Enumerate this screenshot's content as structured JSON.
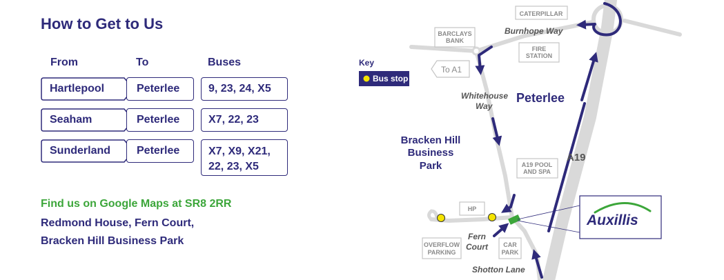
{
  "heading": "How to Get to Us",
  "table": {
    "headers": {
      "from": "From",
      "to": "To",
      "buses": "Buses"
    },
    "rows": [
      {
        "from": "Hartlepool",
        "to": "Peterlee",
        "buses": "9, 23, 24, X5"
      },
      {
        "from": "Seaham",
        "to": "Peterlee",
        "buses": "X7, 22, 23"
      },
      {
        "from": "Sunderland",
        "to": "Peterlee",
        "buses_line1": "X7, X9, X21,",
        "buses_line2": "22, 23, X5"
      }
    ]
  },
  "location": {
    "google": "Find us on Google Maps at SR8 2RR",
    "address_line1": "Redmond House, Fern Court,",
    "address_line2": "Bracken Hill Business Park"
  },
  "map": {
    "key_title": "Key",
    "key_item": "Bus stop",
    "place_town": "Peterlee",
    "place_park_line1": "Bracken Hill",
    "place_park_line2": "Business",
    "place_park_line3": "Park",
    "road_a19": "A19",
    "road_to_a1": "To A1",
    "street_burnhope": "Burnhope Way",
    "street_whitehouse_line1": "Whitehouse",
    "street_whitehouse_line2": "Way",
    "street_fern_line1": "Fern",
    "street_fern_line2": "Court",
    "street_shotton": "Shotton Lane",
    "landmark_caterpillar": "CATERPILLAR",
    "landmark_barclays_line1": "BARCLAYS",
    "landmark_barclays_line2": "BANK",
    "landmark_fire_line1": "FIRE",
    "landmark_fire_line2": "STATION",
    "landmark_pool_line1": "A19 POOL",
    "landmark_pool_line2": "AND SPA",
    "landmark_hp": "HP",
    "landmark_overflow_line1": "OVERFLOW",
    "landmark_overflow_line2": "PARKING",
    "landmark_car_line1": "CAR",
    "landmark_car_line2": "PARK",
    "logo_text": "Auxillis",
    "colors": {
      "navy": "#2e2a7a",
      "green": "#3ca63a",
      "stop": "#f5e400",
      "road": "#d9d9d9"
    }
  }
}
